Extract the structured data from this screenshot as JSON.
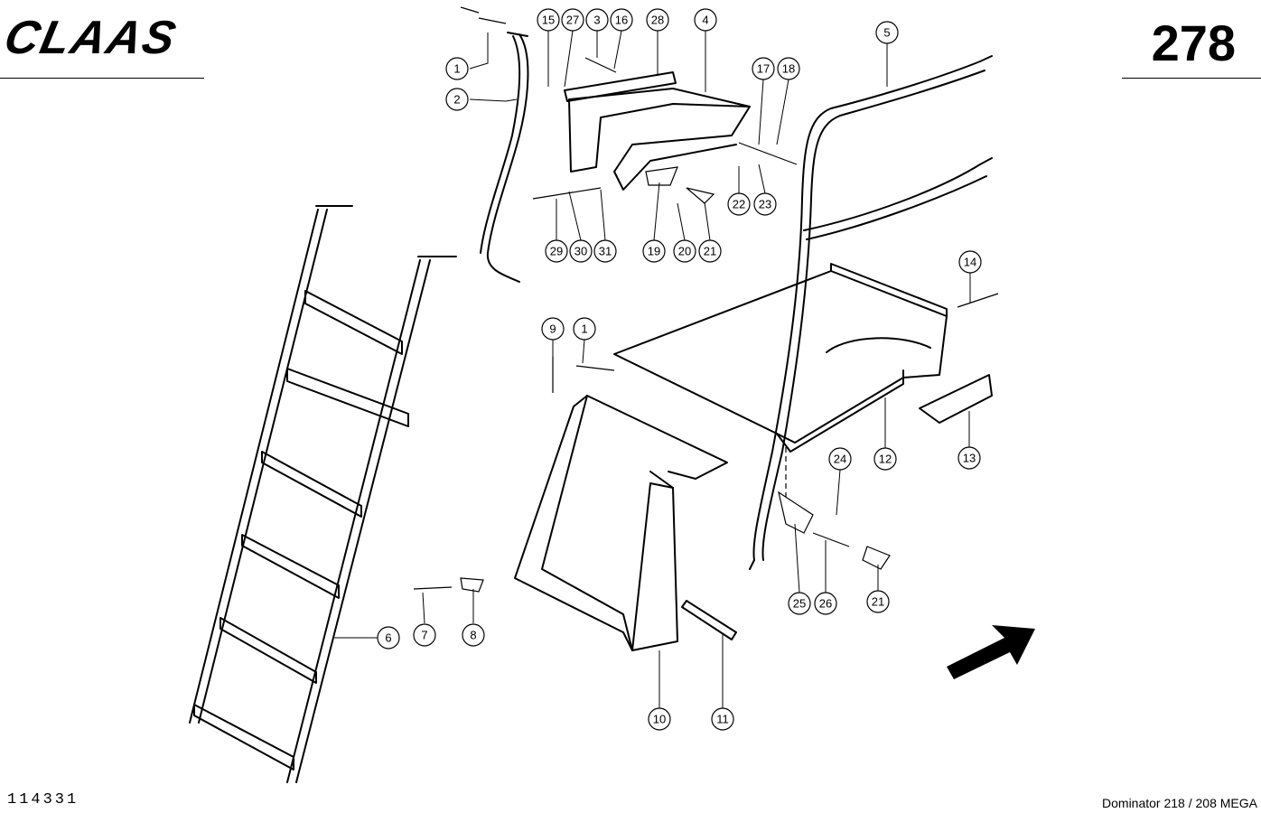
{
  "header": {
    "brand": "CLAAS",
    "page_number": "278"
  },
  "footer": {
    "drawing_number": "114331",
    "model": "Dominator 218 / 208 MEGA"
  },
  "callouts": [
    {
      "label": "1"
    },
    {
      "label": "2"
    },
    {
      "label": "15"
    },
    {
      "label": "27"
    },
    {
      "label": "3"
    },
    {
      "label": "16"
    },
    {
      "label": "28"
    },
    {
      "label": "4"
    },
    {
      "label": "17"
    },
    {
      "label": "18"
    },
    {
      "label": "5"
    },
    {
      "label": "22"
    },
    {
      "label": "23"
    },
    {
      "label": "29"
    },
    {
      "label": "30"
    },
    {
      "label": "31"
    },
    {
      "label": "19"
    },
    {
      "label": "20"
    },
    {
      "label": "21"
    },
    {
      "label": "14"
    },
    {
      "label": "9"
    },
    {
      "label": "1"
    },
    {
      "label": "12"
    },
    {
      "label": "13"
    },
    {
      "label": "24"
    },
    {
      "label": "25"
    },
    {
      "label": "26"
    },
    {
      "label": "21"
    },
    {
      "label": "7"
    },
    {
      "label": "8"
    },
    {
      "label": "6"
    },
    {
      "label": "10"
    },
    {
      "label": "11"
    }
  ]
}
